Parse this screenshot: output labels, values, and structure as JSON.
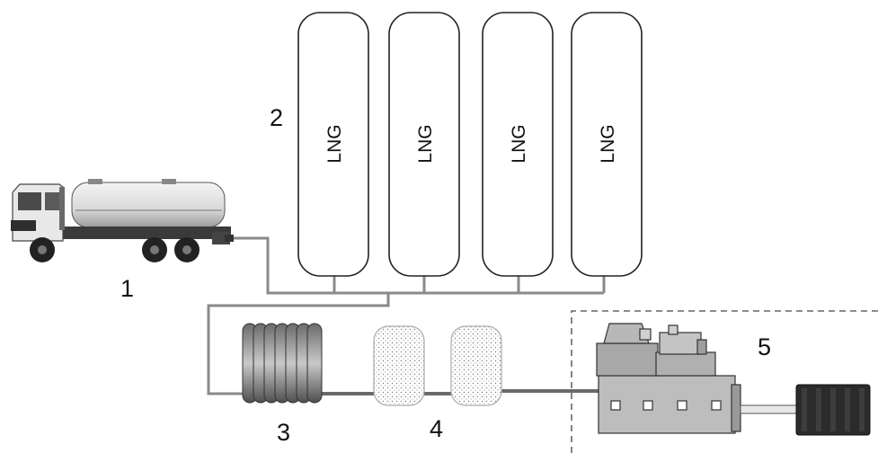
{
  "labels": {
    "truck": "1",
    "tanks": "2",
    "heat_exchanger": "3",
    "filters": "4",
    "engine_unit": "5"
  },
  "tanks": [
    {
      "label": "LNG"
    },
    {
      "label": "LNG"
    },
    {
      "label": "LNG"
    },
    {
      "label": "LNG"
    }
  ],
  "colors": {
    "pipe": "#8a8a8a",
    "outline": "#222222",
    "engine": "#b5b5b5",
    "generator": "#2b2b2b",
    "dashed_box": "#666666"
  }
}
